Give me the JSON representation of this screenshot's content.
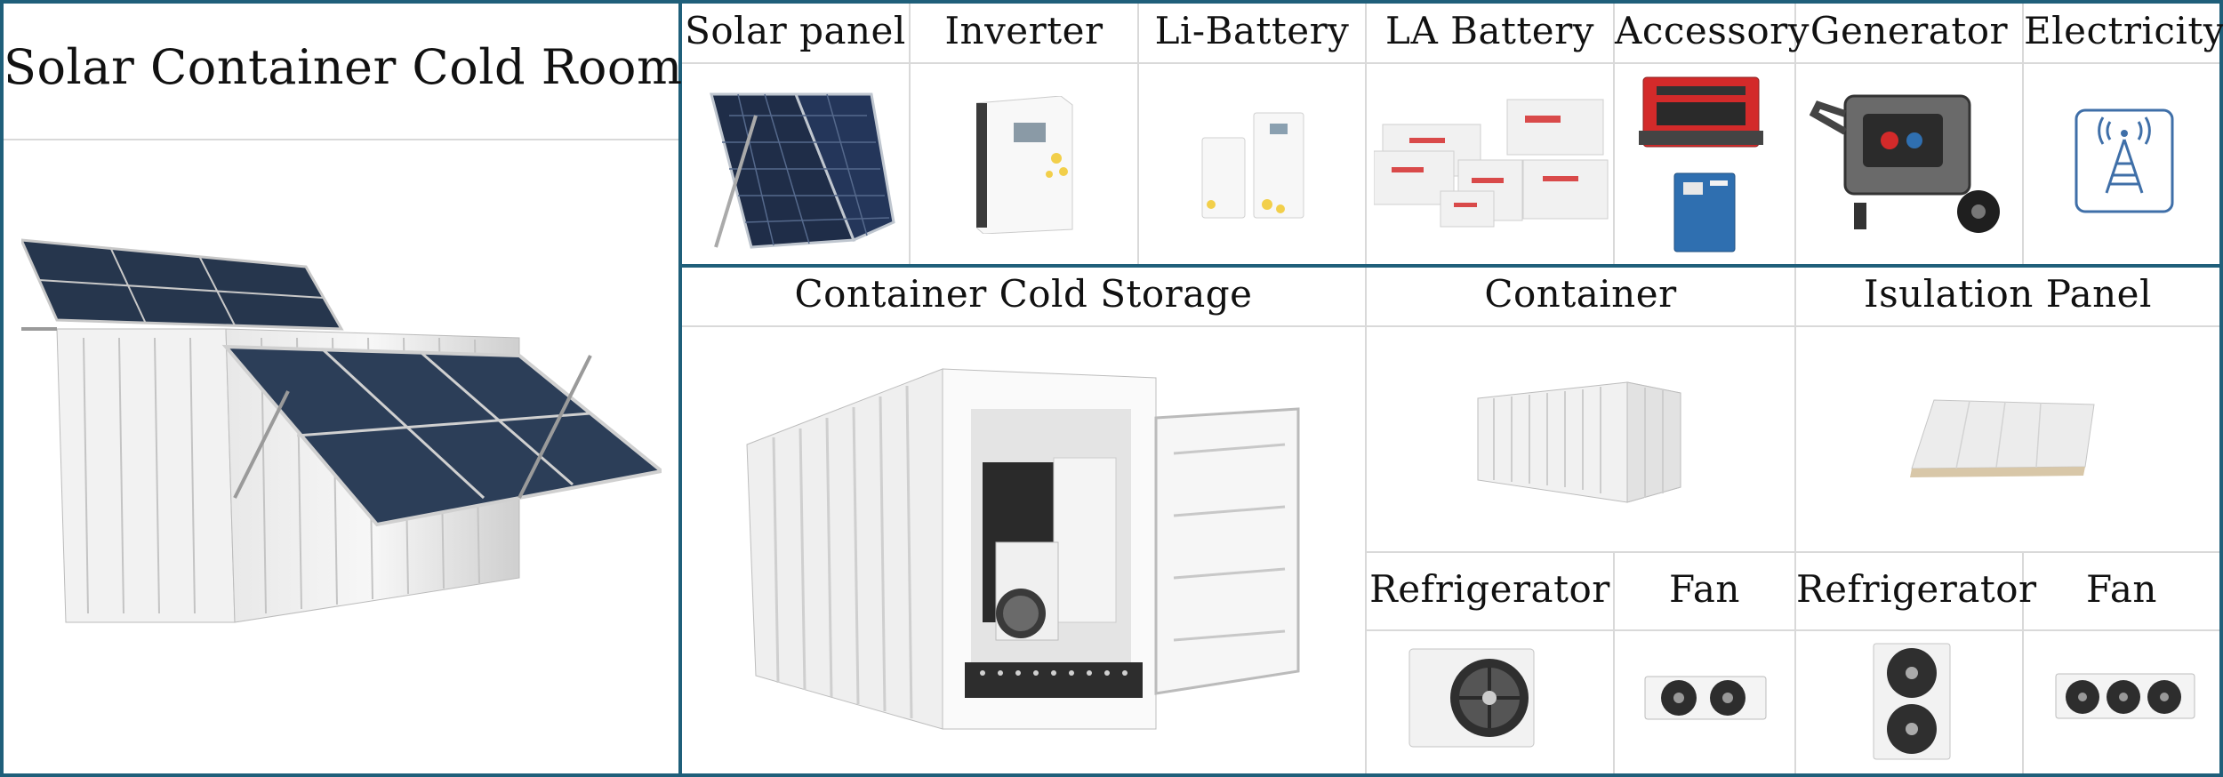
{
  "left_panel": {
    "title": "Solar Container Cold Room"
  },
  "top_row": {
    "items": [
      {
        "label": "Solar panel",
        "icon": "solar-panel-icon"
      },
      {
        "label": "Inverter",
        "icon": "inverter-icon"
      },
      {
        "label": "Li-Battery",
        "icon": "li-battery-icon"
      },
      {
        "label": "LA Battery",
        "icon": "la-battery-icon"
      },
      {
        "label": "Accessory",
        "icon": "accessory-icon"
      },
      {
        "label": "Generator",
        "icon": "generator-icon"
      },
      {
        "label": "Electricity",
        "icon": "electricity-tower-icon"
      }
    ]
  },
  "bottom": {
    "main": {
      "label": "Container Cold Storage"
    },
    "container": {
      "label": "Container"
    },
    "insulation": {
      "label": "Isulation Panel"
    },
    "units": [
      {
        "label": "Refrigerator"
      },
      {
        "label": "Fan"
      },
      {
        "label": "Refrigerator"
      },
      {
        "label": "Fan"
      }
    ]
  },
  "colors": {
    "border": "#1f5f7a",
    "grid": "#d9d9d9",
    "accent_red": "#d32a2a",
    "accent_blue": "#2f6fb0"
  }
}
